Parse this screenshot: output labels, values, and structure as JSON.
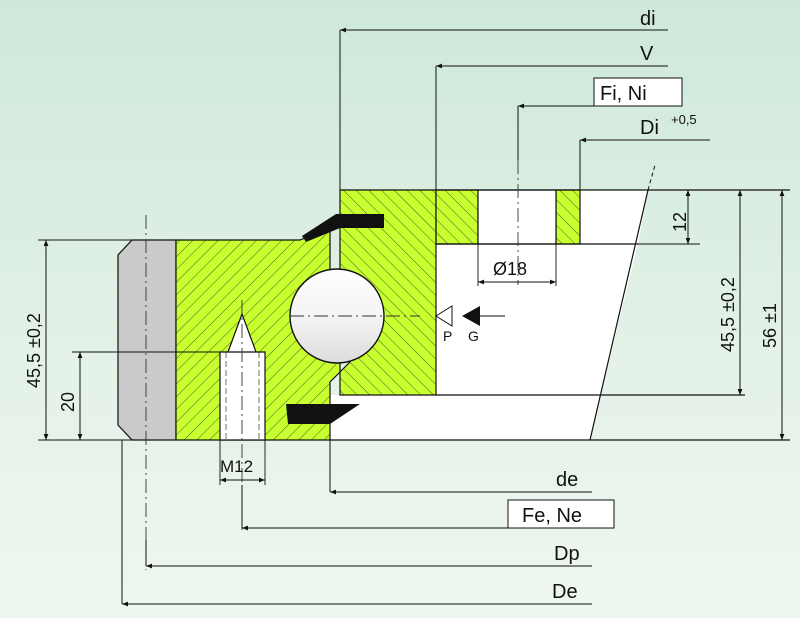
{
  "labels": {
    "di": "di",
    "v": "V",
    "fi_ni": "Fi, Ni",
    "di_outer": "Di",
    "di_outer_tol": "+0,5",
    "height_12": "12",
    "height_455_right": "45,5 ±0,2",
    "height_56": "56 ±1",
    "height_455_left": "45,5 ±0,2",
    "height_20": "20",
    "hole_dia": "Ø18",
    "p": "P",
    "g": "G",
    "m12": "M12",
    "de": "de",
    "fe_ne": "Fe, Ne",
    "dp": "Dp",
    "de_outer": "De"
  },
  "colors": {
    "green": "#c8ff2e",
    "gray": "#c9cac9",
    "line": "#111111",
    "white": "#ffffff",
    "black": "#000000"
  }
}
